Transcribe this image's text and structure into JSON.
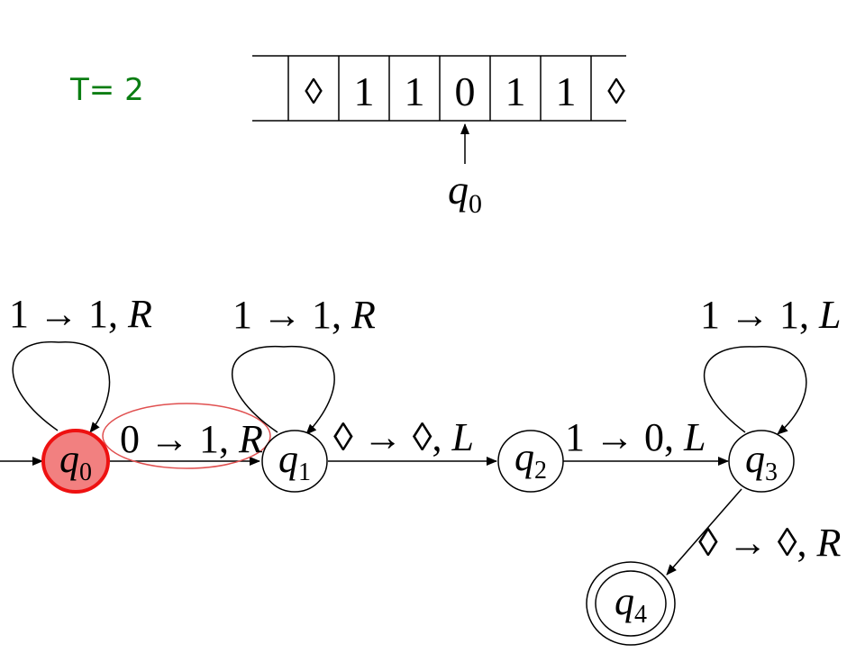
{
  "step": {
    "label": "T= 2"
  },
  "tape": {
    "cells": [
      "◊",
      "1",
      "1",
      "0",
      "1",
      "1",
      "◊"
    ],
    "head_cell": 3,
    "head_state": {
      "base": "q",
      "sub": "0"
    }
  },
  "states": [
    {
      "id": "q0",
      "base": "q",
      "sub": "0",
      "current": true,
      "accepting": false,
      "initial": true
    },
    {
      "id": "q1",
      "base": "q",
      "sub": "1",
      "current": false,
      "accepting": false,
      "initial": false
    },
    {
      "id": "q2",
      "base": "q",
      "sub": "2",
      "current": false,
      "accepting": false,
      "initial": false
    },
    {
      "id": "q3",
      "base": "q",
      "sub": "3",
      "current": false,
      "accepting": false,
      "initial": false
    },
    {
      "id": "q4",
      "base": "q",
      "sub": "4",
      "current": false,
      "accepting": true,
      "initial": false
    }
  ],
  "transitions": [
    {
      "from": "q0",
      "to": "q0",
      "read": "1",
      "write": "1",
      "move": "R",
      "highlighted": false
    },
    {
      "from": "q0",
      "to": "q1",
      "read": "0",
      "write": "1",
      "move": "R",
      "highlighted": true
    },
    {
      "from": "q1",
      "to": "q1",
      "read": "1",
      "write": "1",
      "move": "R",
      "highlighted": false
    },
    {
      "from": "q1",
      "to": "q2",
      "read": "◊",
      "write": "◊",
      "move": "L",
      "highlighted": false
    },
    {
      "from": "q2",
      "to": "q3",
      "read": "1",
      "write": "0",
      "move": "L",
      "highlighted": false
    },
    {
      "from": "q3",
      "to": "q3",
      "read": "1",
      "write": "1",
      "move": "L",
      "highlighted": false
    },
    {
      "from": "q3",
      "to": "q4",
      "read": "◊",
      "write": "◊",
      "move": "R",
      "highlighted": false
    }
  ],
  "colors": {
    "current_state_fill": "#f28080",
    "current_state_stroke": "#ee1111",
    "highlight": "#e05050",
    "step_label": "#0a7d12",
    "ink": "#000000"
  }
}
